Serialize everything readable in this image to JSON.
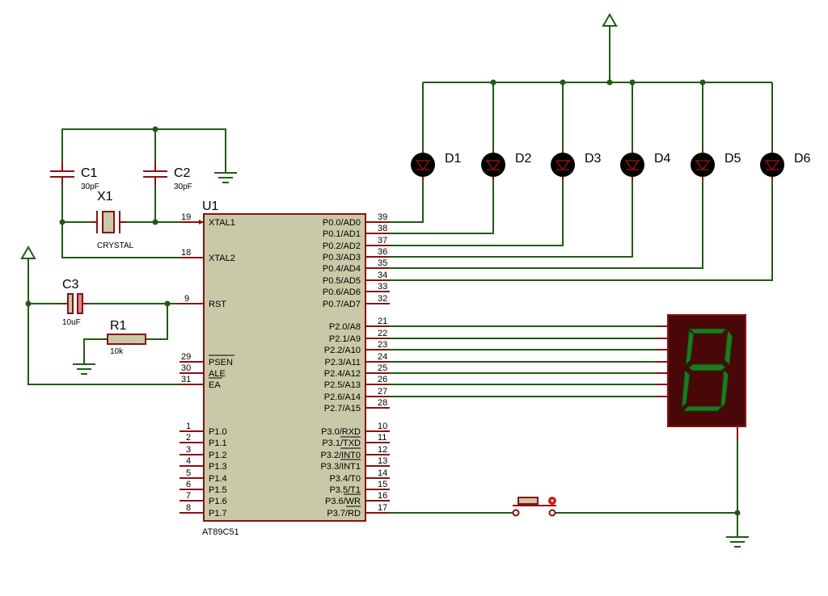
{
  "mcu": {
    "ref": "U1",
    "part": "AT89C51",
    "left_pins": [
      {
        "num": "19",
        "label": "XTAL1"
      },
      {
        "num": "18",
        "label": "XTAL2"
      },
      {
        "num": "9",
        "label": "RST"
      },
      {
        "num": "29",
        "label": "PSEN"
      },
      {
        "num": "30",
        "label": "ALE"
      },
      {
        "num": "31",
        "label": "EA"
      },
      {
        "num": "1",
        "label": "P1.0"
      },
      {
        "num": "2",
        "label": "P1.1"
      },
      {
        "num": "3",
        "label": "P1.2"
      },
      {
        "num": "4",
        "label": "P1.3"
      },
      {
        "num": "5",
        "label": "P1.4"
      },
      {
        "num": "6",
        "label": "P1.5"
      },
      {
        "num": "7",
        "label": "P1.6"
      },
      {
        "num": "8",
        "label": "P1.7"
      }
    ],
    "right_pins": [
      {
        "num": "39",
        "label": "P0.0/AD0"
      },
      {
        "num": "38",
        "label": "P0.1/AD1"
      },
      {
        "num": "37",
        "label": "P0.2/AD2"
      },
      {
        "num": "36",
        "label": "P0.3/AD3"
      },
      {
        "num": "35",
        "label": "P0.4/AD4"
      },
      {
        "num": "34",
        "label": "P0.5/AD5"
      },
      {
        "num": "33",
        "label": "P0.6/AD6"
      },
      {
        "num": "32",
        "label": "P0.7/AD7"
      },
      {
        "num": "21",
        "label": "P2.0/A8"
      },
      {
        "num": "22",
        "label": "P2.1/A9"
      },
      {
        "num": "23",
        "label": "P2.2/A10"
      },
      {
        "num": "24",
        "label": "P2.3/A11"
      },
      {
        "num": "25",
        "label": "P2.4/A12"
      },
      {
        "num": "26",
        "label": "P2.5/A13"
      },
      {
        "num": "27",
        "label": "P2.6/A14"
      },
      {
        "num": "28",
        "label": "P2.7/A15"
      },
      {
        "num": "10",
        "label": "P3.0/RXD"
      },
      {
        "num": "11",
        "label": "P3.1/TXD"
      },
      {
        "num": "12",
        "label": "P3.2/INT0"
      },
      {
        "num": "13",
        "label": "P3.3/INT1"
      },
      {
        "num": "14",
        "label": "P3.4/T0"
      },
      {
        "num": "15",
        "label": "P3.5/T1"
      },
      {
        "num": "16",
        "label": "P3.6/WR"
      },
      {
        "num": "17",
        "label": "P3.7/RD"
      }
    ]
  },
  "components": {
    "c1": {
      "ref": "C1",
      "value": "30pF"
    },
    "c2": {
      "ref": "C2",
      "value": "30pF"
    },
    "x1": {
      "ref": "X1",
      "value": "CRYSTAL"
    },
    "c3": {
      "ref": "C3",
      "value": "10uF"
    },
    "r1": {
      "ref": "R1",
      "value": "10k"
    }
  },
  "leds": [
    "D1",
    "D2",
    "D3",
    "D4",
    "D5",
    "D6"
  ],
  "colors": {
    "wire": "#1f5c12",
    "pin": "#8b1010",
    "chip_body": "#c9c9a8",
    "led_body": "#000000",
    "display_body": "#4a0707",
    "segment_on": "#1f7a1f"
  }
}
